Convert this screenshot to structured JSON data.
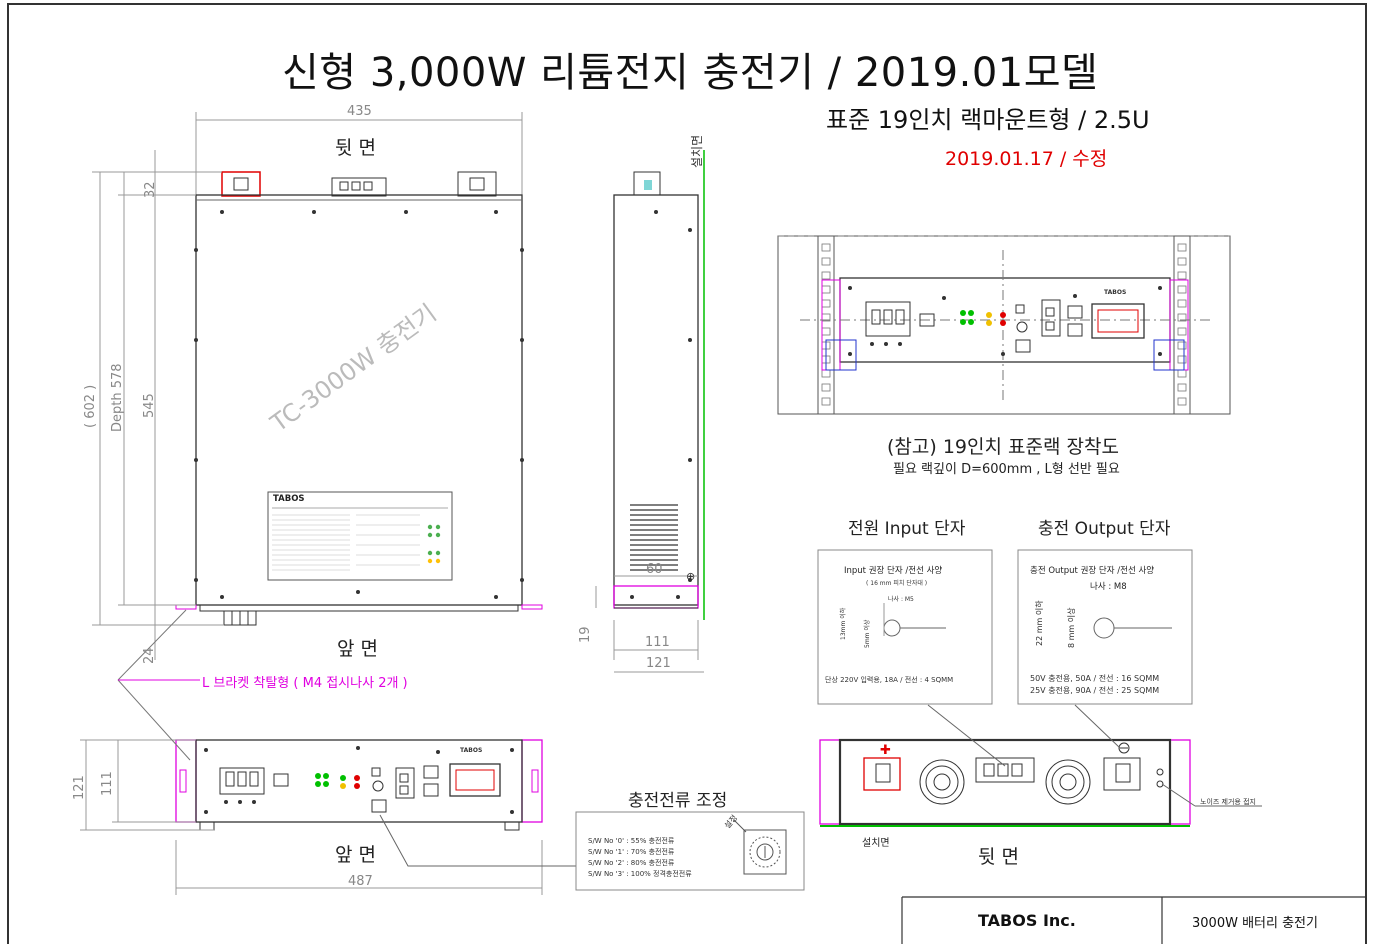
{
  "title": "신형 3,000W 리튬전지 충전기 / 2019.01모델",
  "subtitle": "표준 19인치 랙마운트형 / 2.5U",
  "revision": "2019.01.17 / 수정",
  "views": {
    "rear": "뒷 면",
    "front": "앞 면",
    "side_mount": "설치면",
    "rear2": "뒷 면",
    "front2": "앞 면",
    "mount_face": "설치면"
  },
  "watermark": "TC-3000W 충전기",
  "dimensions": {
    "width_top": "435",
    "d32": "32",
    "d602": "( 602 )",
    "depth578": "Depth 578",
    "d545": "545",
    "d24": "24",
    "d19": "19",
    "d60": "60",
    "d111_side": "111",
    "d121_side": "121",
    "d121_front": "121",
    "d111_front": "111",
    "width_bottom": "487"
  },
  "bracket_note": "L 브라켓 착탈형 ( M4 접시나사 2개 )",
  "rack": {
    "note1": "(참고) 19인치 표준랙 장착도",
    "note2": "필요 랙깊이 D=600mm , L형 선반 필요"
  },
  "input_terminal": {
    "heading": "전원 Input 단자",
    "title": "Input 권장 단자 /전선 사양",
    "sub": "( 16 mm 피치 단자대 )",
    "screw": "나사  : M5",
    "dim_a": "13mm 이하",
    "dim_b": "5mm 이상",
    "spec": "단상 220V 입력용, 18A / 전선  : 4 SQMM"
  },
  "output_terminal": {
    "heading": "충전 Output 단자",
    "title": "충전 Output 권장 단자 /전선 사양",
    "screw": "나사  : M8",
    "dim_a": "22 mm 이하",
    "dim_b": "8 mm 이상",
    "spec1": "50V 충전용, 50A / 전선  : 16 SQMM",
    "spec2": "25V 충전용, 90A / 전선  : 25 SQMM"
  },
  "current_adjust": {
    "heading": "충전전류 조정",
    "items": [
      "S/W No '0' :  55% 충전전류",
      "S/W No '1' :  70% 충전전류",
      "S/W No '2' :  80% 충전전류",
      "S/W No '3' : 100% 정격충전전류"
    ],
    "dial_label": "설정"
  },
  "noise_note": "노이즈 제거용 접지",
  "brand": "TABOS",
  "titleblock": {
    "company": "TABOS Inc.",
    "product": "3000W 배터리 충전기"
  },
  "colors": {
    "red": "#e00000",
    "magenta": "#e000e0",
    "green": "#00c000",
    "outline": "#222222"
  }
}
